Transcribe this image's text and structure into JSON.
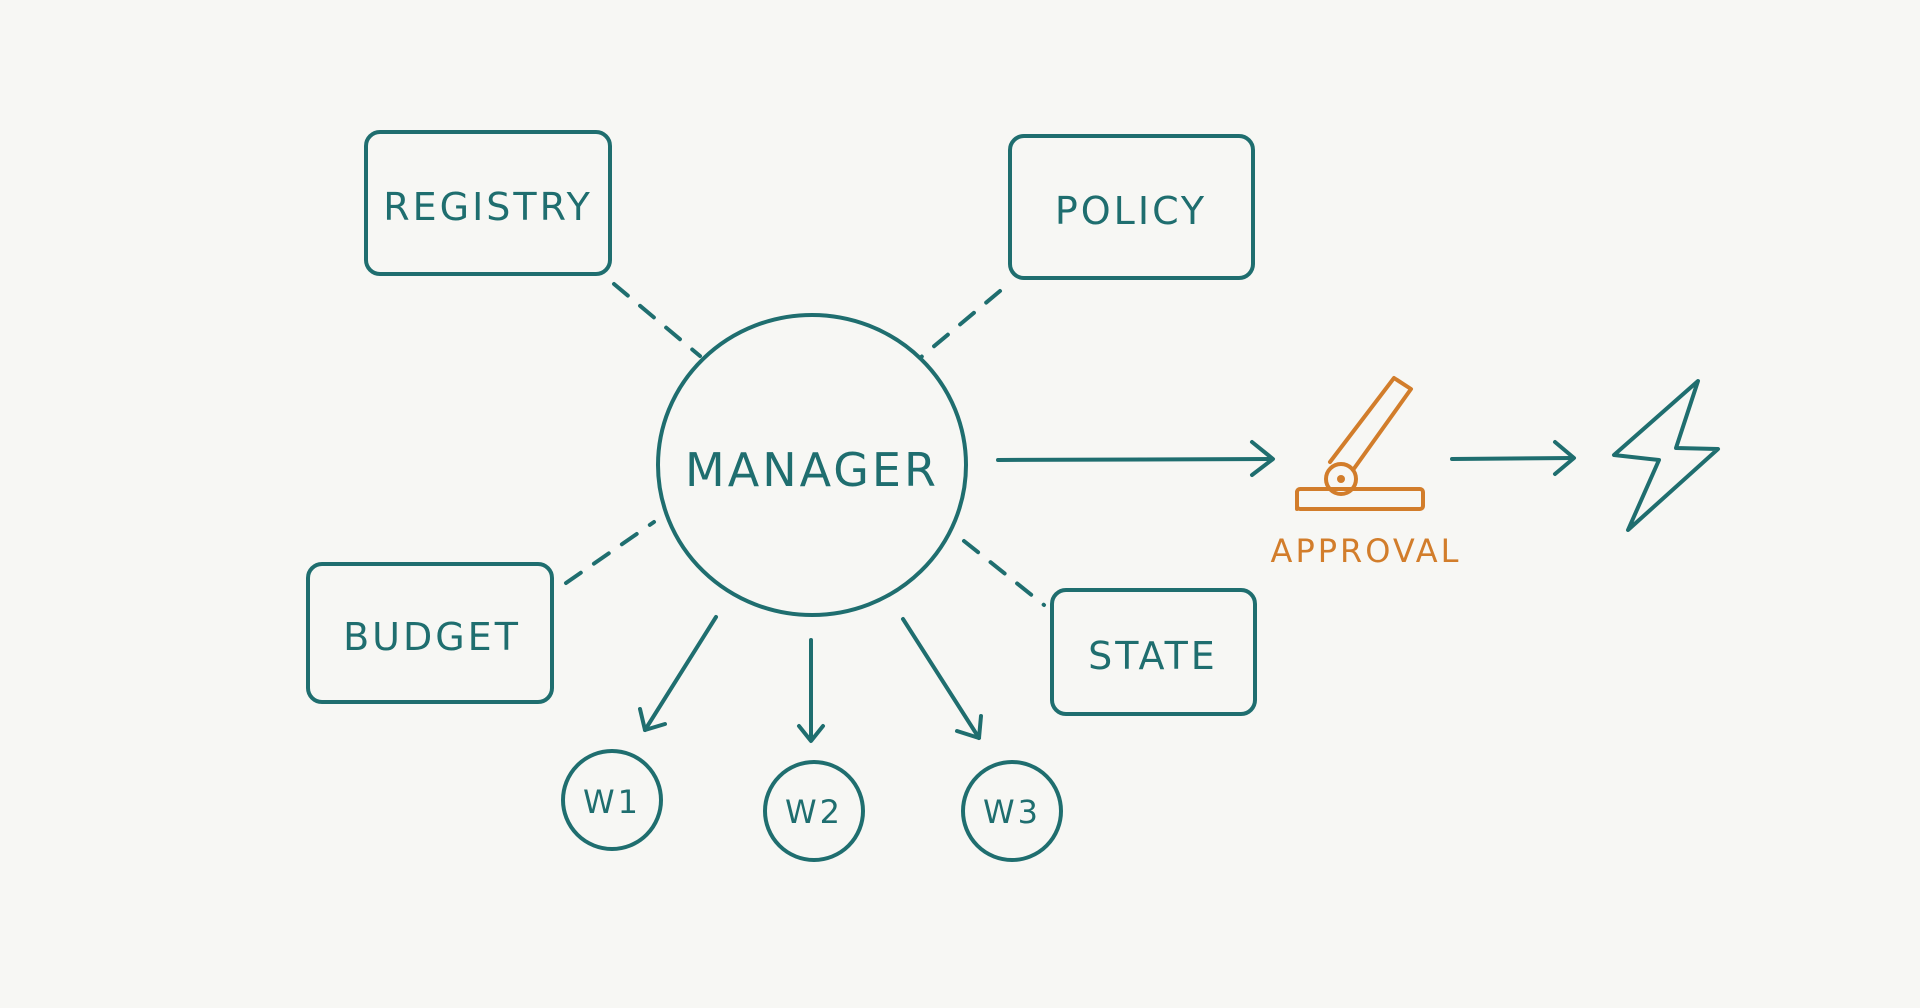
{
  "colors": {
    "teal": "#1f6e6f",
    "orange": "#d27d2b",
    "background": "#f7f7f4"
  },
  "nodes": {
    "registry": "REGISTRY",
    "policy": "POLICY",
    "budget": "BUDGET",
    "state": "STATE",
    "manager": "MANAGER",
    "w1": "W1",
    "w2": "W2",
    "w3": "W3",
    "approval": "APPROVAL"
  },
  "icons": {
    "approval": "lever-switch-icon",
    "execute": "lightning-bolt-icon"
  }
}
